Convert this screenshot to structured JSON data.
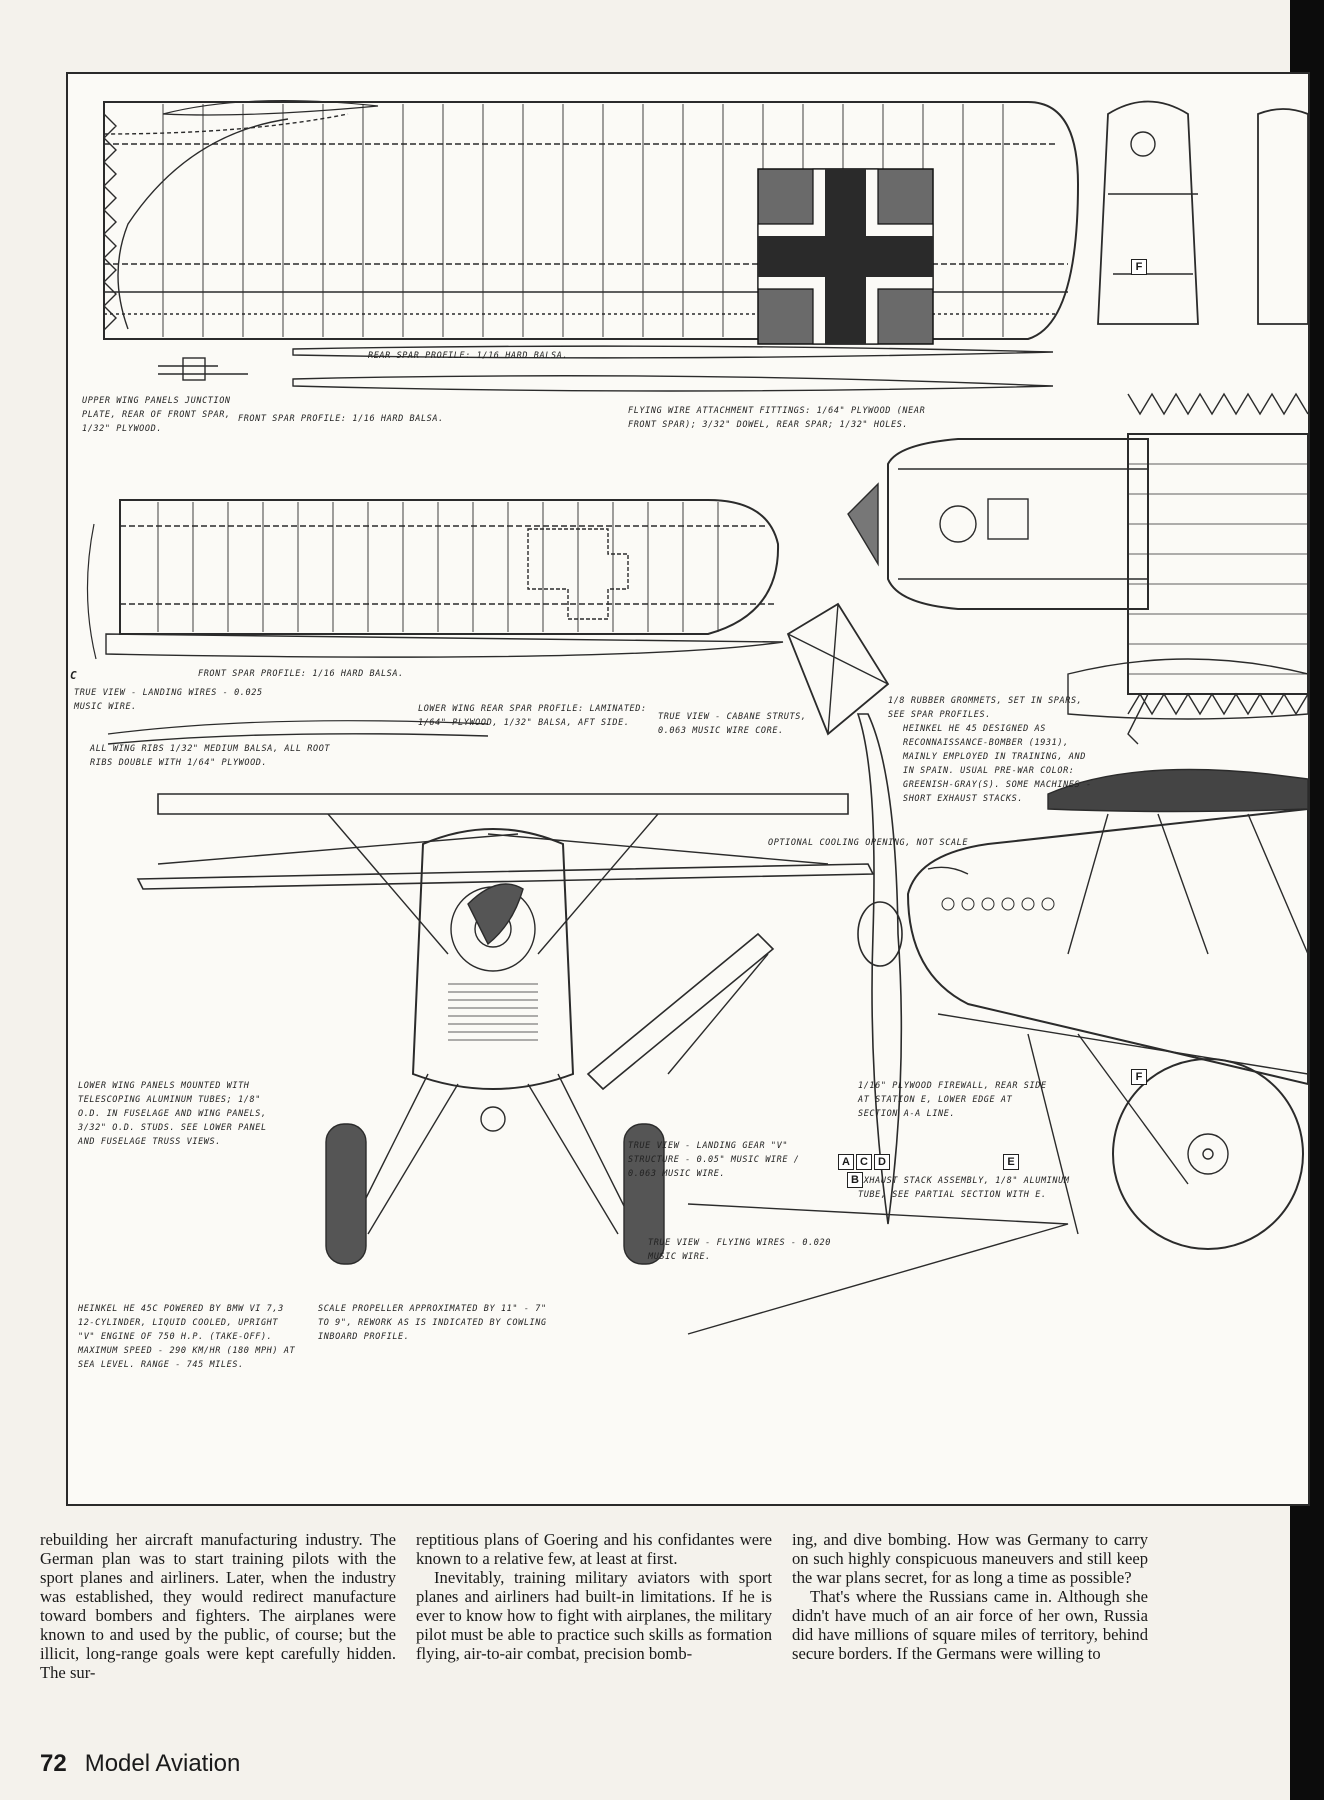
{
  "drawing": {
    "notes": {
      "rear_spar_profile": "Rear spar profile: 1/16 hard balsa.",
      "upper_wing_junction": "Upper wing panels junction plate, rear of front spar, 1/32\" plywood.",
      "front_spar_profile_upper": "Front spar profile: 1/16 hard balsa.",
      "flying_wire_fittings": "Flying wire attachment fittings: 1/64\" plywood (near front spar); 3/32\" dowel, rear spar; 1/32\" holes.",
      "rubber_grommets": "1/8 rubber grommets, set in spars, see spar profiles.",
      "front_spar_profile_lower": "Front spar profile: 1/16 hard balsa.",
      "landing_wires": "True view - landing wires - 0.025 music wire.",
      "lower_rear_spar": "Lower wing rear spar profile: laminated: 1/64\" plywood, 1/32\" balsa, aft side.",
      "cabane_struts": "True view - cabane struts, 0.063 music wire core.",
      "heinkel_designed": "Heinkel He 45 designed as reconnaissance-bomber (1931), mainly employed in training, and in Spain. Usual pre-war color: greenish-gray(s). Some machines - short exhaust stacks.",
      "wing_ribs": "All wing ribs 1/32\" medium balsa, all root ribs double with 1/64\" plywood.",
      "optional_cooling": "Optional cooling opening, not scale",
      "lower_wing_mounted": "Lower wing panels mounted with telescoping aluminum tubes; 1/8\" o.d. in fuselage and wing panels, 3/32\" o.d. studs. See lower panel and fuselage truss views.",
      "landing_gear_struct": "True view - landing gear \"V\" structure - 0.05\" music wire / 0.063 music wire.",
      "firewall": "1/16\" plywood firewall, rear side at station E, lower edge at section A-A line.",
      "exhaust_stack": "Exhaust stack assembly, 1/8\" aluminum tube, see partial section with E.",
      "flying_wires": "True view - flying wires - 0.020 music wire.",
      "heinkel_powered": "Heinkel He 45C powered by BMW VI 7,3 12-cylinder, liquid cooled, upright \"V\" engine of 750 h.p. (take-off). Maximum speed - 290 km/hr (180 mph) at sea level. Range - 745 miles.",
      "scale_propeller": "Scale propeller approximated by 11\" - 7\" to 9\", rework as is indicated by cowling inboard profile."
    },
    "markers": {
      "a": "A",
      "b": "B",
      "c": "C",
      "d": "D",
      "e": "E",
      "f": "F",
      "c_left": "C"
    }
  },
  "article": {
    "col1": "rebuilding her aircraft manufacturing industry. The German plan was to start training pilots with the sport planes and airliners. Later, when the industry was established, they would redirect manufacture toward bombers and fighters. The airplanes were known to and used by the public, of course; but the illicit, long-range goals were kept carefully hidden. The sur-",
    "col2_p1": "reptitious plans of Goering and his confidantes were known to a relative few, at least at first.",
    "col2_p2": "Inevitably, training military aviators with sport planes and airliners had built-in limitations. If he is ever to know how to fight with airplanes, the military pilot must be able to practice such skills as formation flying, air-to-air combat, precision bomb-",
    "col3_p1": "ing, and dive bombing. How was Germany to carry on such highly conspicuous maneuvers and still keep the war plans secret, for as long a time as possible?",
    "col3_p2": "That's where the Russians came in. Although she didn't have much of an air force of her own, Russia did have millions of square miles of territory, behind secure borders. If the Germans were willing to"
  },
  "footer": {
    "page_number": "72",
    "magazine": "Model Aviation"
  }
}
